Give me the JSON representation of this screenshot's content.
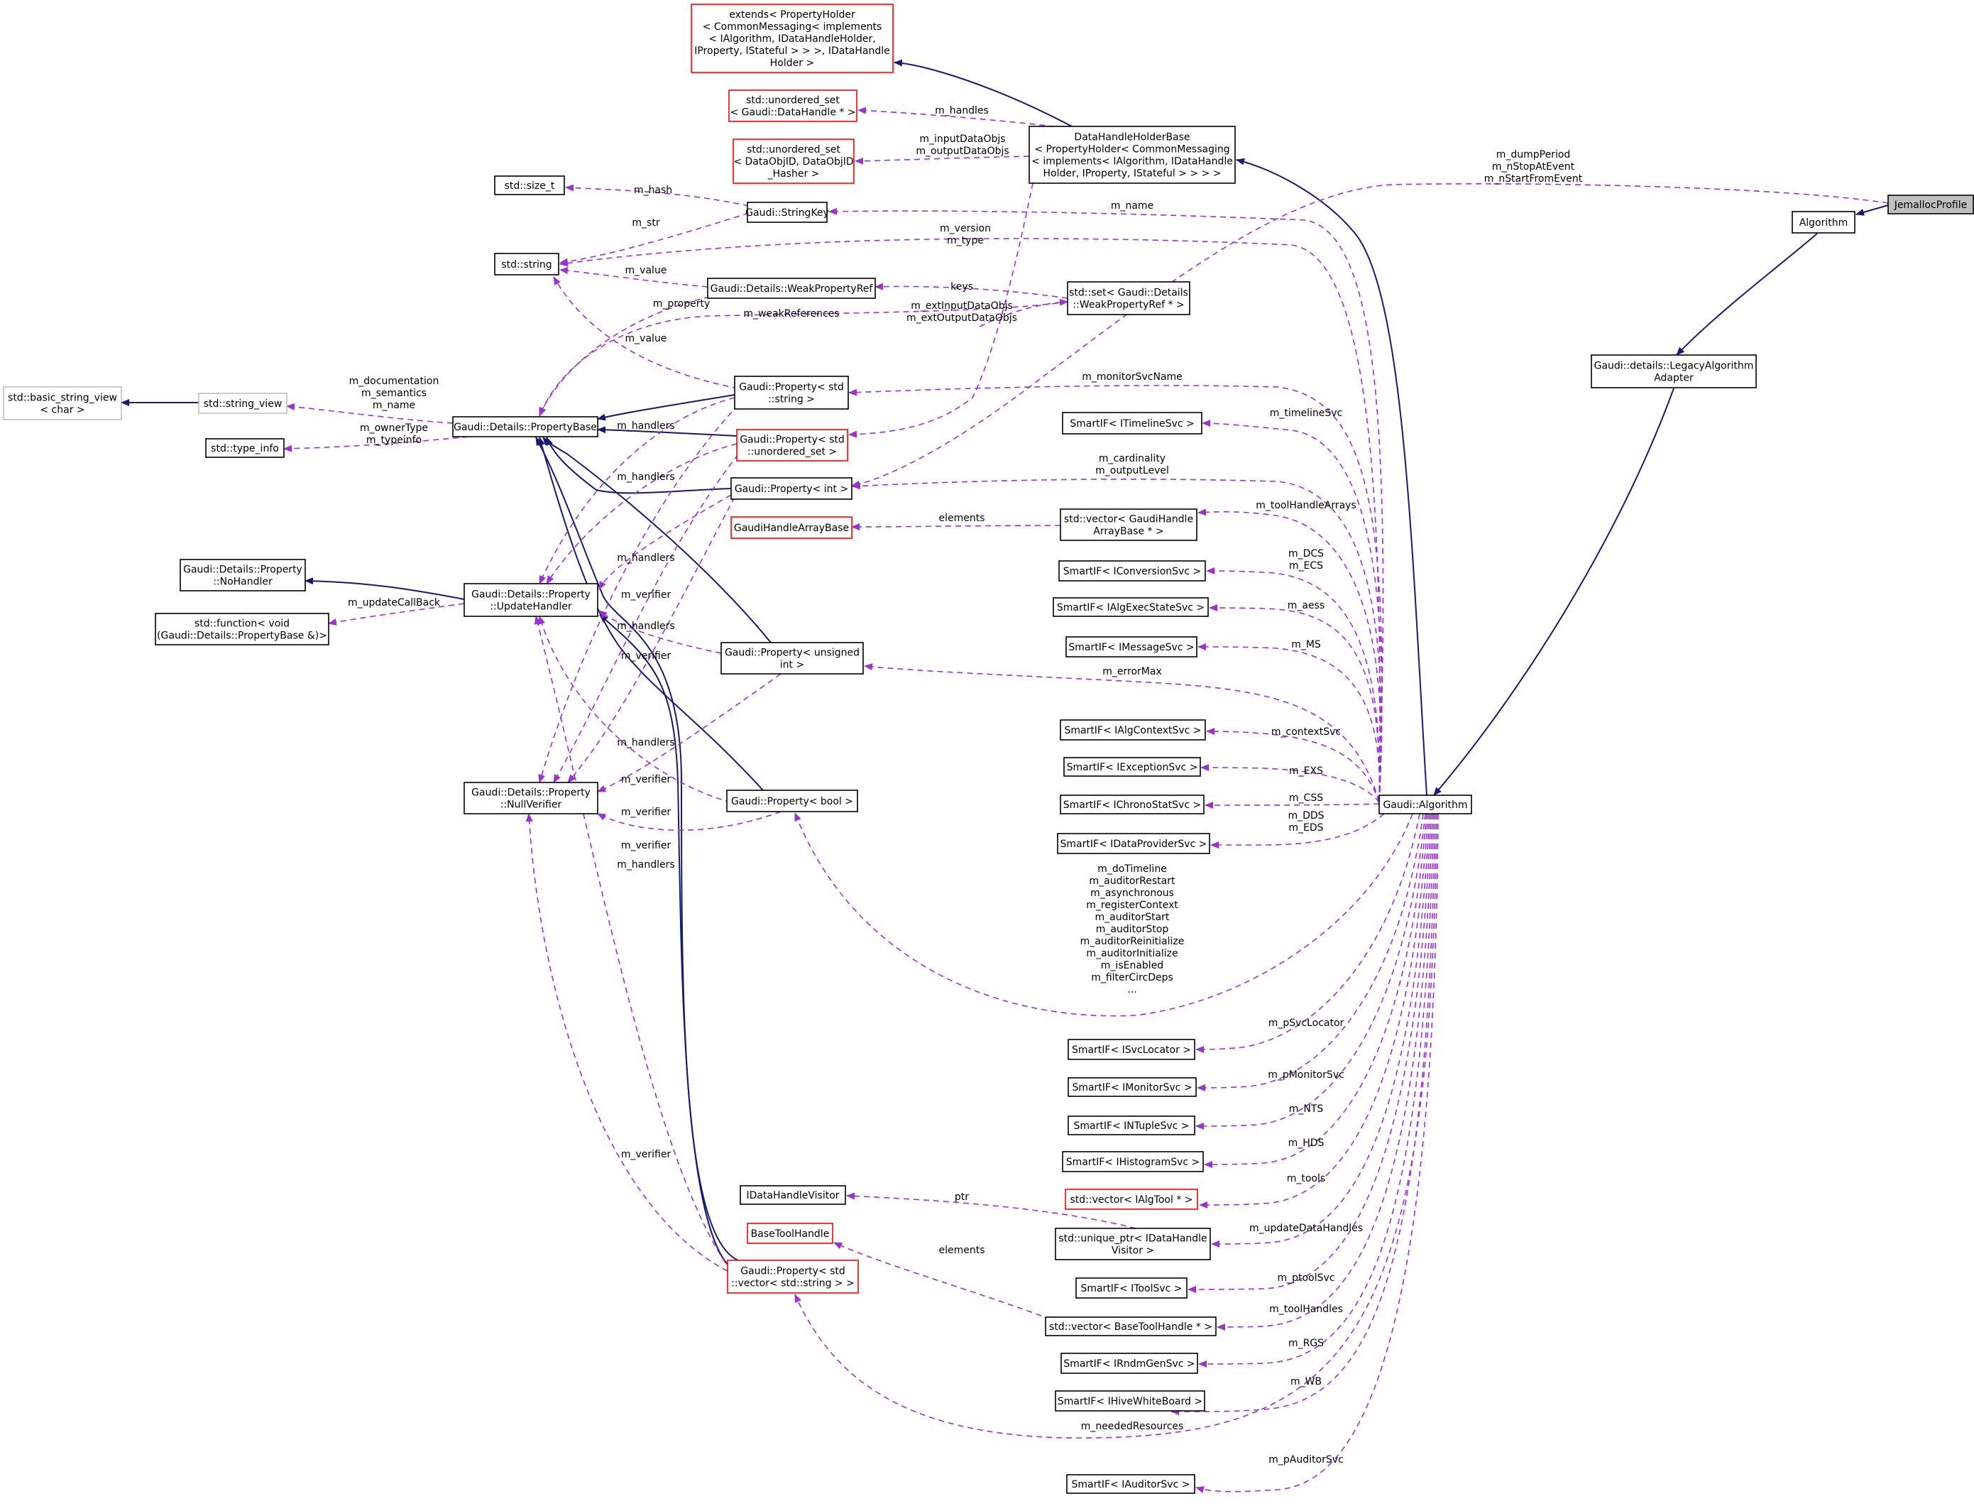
{
  "diagram": {
    "nodes": {
      "jemalloc": [
        "JemallocProfile"
      ],
      "algorithm": [
        "Algorithm"
      ],
      "legacy": [
        "Gaudi::details::LegacyAlgorithm",
        "Adapter"
      ],
      "gaudi_alg": [
        "Gaudi::Algorithm"
      ],
      "extends": [
        "extends< PropertyHolder",
        "< CommonMessaging< implements",
        "< IAlgorithm, IDataHandleHolder,",
        "IProperty, IStateful > > >, IDataHandle",
        "Holder >"
      ],
      "dhhb": [
        "DataHandleHolderBase",
        "< PropertyHolder< CommonMessaging",
        "< implements< IAlgorithm, IDataHandle",
        "Holder, IProperty, IStateful > > > >"
      ],
      "uset_handle": [
        "std::unordered_set",
        "< Gaudi::DataHandle * >"
      ],
      "uset_objid": [
        "std::unordered_set",
        "< DataObjID, DataObjID",
        "_Hasher >"
      ],
      "size_t": [
        "std::size_t"
      ],
      "stringkey": [
        "Gaudi::StringKey"
      ],
      "string": [
        "std::string"
      ],
      "weakprop": [
        "Gaudi::Details::WeakPropertyRef"
      ],
      "set_weak": [
        "std::set< Gaudi::Details",
        "::WeakPropertyRef * >"
      ],
      "bsv": [
        "std::basic_string_view",
        "< char >"
      ],
      "string_view": [
        "std::string_view"
      ],
      "propbase": [
        "Gaudi::Details::PropertyBase"
      ],
      "type_info": [
        "std::type_info"
      ],
      "prop_string": [
        "Gaudi::Property< std",
        "::string >"
      ],
      "prop_uset": [
        "Gaudi::Property< std",
        "::unordered_set >"
      ],
      "prop_int": [
        "Gaudi::Property< int >"
      ],
      "gharray": [
        "GaudiHandleArrayBase"
      ],
      "nohandler": [
        "Gaudi::Details::Property",
        "::NoHandler"
      ],
      "updatehandler": [
        "Gaudi::Details::Property",
        "::UpdateHandler"
      ],
      "stdfunc": [
        "std::function< void",
        "(Gaudi::Details::PropertyBase &)>"
      ],
      "prop_uint": [
        "Gaudi::Property< unsigned",
        "int >"
      ],
      "nullverifier": [
        "Gaudi::Details::Property",
        "::NullVerifier"
      ],
      "prop_bool": [
        "Gaudi::Property< bool >"
      ],
      "timeline": [
        "SmartIF< ITimelineSvc >"
      ],
      "vec_gh": [
        "std::vector< GaudiHandle",
        "ArrayBase * >"
      ],
      "conversion": [
        "SmartIF< IConversionSvc >"
      ],
      "execstate": [
        "SmartIF< IAlgExecStateSvc >"
      ],
      "message": [
        "SmartIF< IMessageSvc >"
      ],
      "context": [
        "SmartIF< IAlgContextSvc >"
      ],
      "exception": [
        "SmartIF< IExceptionSvc >"
      ],
      "chrono": [
        "SmartIF< IChronoStatSvc >"
      ],
      "dataprov": [
        "SmartIF< IDataProviderSvc >"
      ],
      "svcloc": [
        "SmartIF< ISvcLocator >"
      ],
      "monitor": [
        "SmartIF< IMonitorSvc >"
      ],
      "ntuple": [
        "SmartIF< INTupleSvc >"
      ],
      "histo": [
        "SmartIF< IHistogramSvc >"
      ],
      "vec_tool": [
        "std::vector< IAlgTool * >"
      ],
      "dhvisitor": [
        "IDataHandleVisitor"
      ],
      "uptr": [
        "std::unique_ptr< IDataHandle",
        "Visitor >"
      ],
      "basetool": [
        "BaseToolHandle"
      ],
      "toolsvc": [
        "SmartIF< IToolSvc >"
      ],
      "prop_vecstr": [
        "Gaudi::Property< std",
        "::vector< std::string > >"
      ],
      "vec_bth": [
        "std::vector< BaseToolHandle * >"
      ],
      "rndm": [
        "SmartIF< IRndmGenSvc >"
      ],
      "hive": [
        "SmartIF< IHiveWhiteBoard >"
      ],
      "auditor": [
        "SmartIF< IAuditorSvc >"
      ]
    },
    "edge_labels": {
      "m_dumpPeriod": [
        "m_dumpPeriod",
        "m_nStopAtEvent",
        "m_nStartFromEvent"
      ],
      "m_handles": [
        "m_handles"
      ],
      "m_dataobjs": [
        "m_inputDataObjs",
        "m_outputDataObjs"
      ],
      "m_hash": [
        "m_hash"
      ],
      "m_name": [
        "m_name"
      ],
      "m_str": [
        "m_str"
      ],
      "m_version": [
        "m_version",
        "m_type"
      ],
      "m_value1": [
        "m_value"
      ],
      "keys": [
        "keys"
      ],
      "m_property": [
        "m_property"
      ],
      "m_extdata": [
        "m_extInputDataObjs",
        "m_extOutputDataObjs"
      ],
      "m_weakrefs": [
        "m_weakReferences"
      ],
      "m_value2": [
        "m_value"
      ],
      "m_doc": [
        "m_documentation",
        "m_semantics",
        "m_name"
      ],
      "m_monitorSvcName": [
        "m_monitorSvcName"
      ],
      "m_ownerType": [
        "m_ownerType",
        "m_typeinfo"
      ],
      "m_handlers1": [
        "m_handlers"
      ],
      "m_timelineSvc": [
        "m_timelineSvc"
      ],
      "m_cardinality": [
        "m_cardinality",
        "m_outputLevel"
      ],
      "m_handlers2": [
        "m_handlers"
      ],
      "elements1": [
        "elements"
      ],
      "m_toolHandleArrays": [
        "m_toolHandleArrays"
      ],
      "m_handlers3": [
        "m_handlers"
      ],
      "m_dcs": [
        "m_DCS",
        "m_ECS"
      ],
      "m_verifier1": [
        "m_verifier"
      ],
      "m_updateCallBack": [
        "m_updateCallBack"
      ],
      "m_aess": [
        "m_aess"
      ],
      "m_handlers4": [
        "m_handlers"
      ],
      "m_verifier2": [
        "m_verifier"
      ],
      "m_ms": [
        "m_MS"
      ],
      "m_errorMax": [
        "m_errorMax"
      ],
      "m_contextSvc": [
        "m_contextSvc"
      ],
      "m_handlers5": [
        "m_handlers"
      ],
      "m_exs": [
        "m_EXS"
      ],
      "m_verifier3": [
        "m_verifier"
      ],
      "m_css": [
        "m_CSS"
      ],
      "m_verifier4": [
        "m_verifier"
      ],
      "m_dds": [
        "m_DDS",
        "m_EDS"
      ],
      "m_verifier5": [
        "m_verifier"
      ],
      "m_handlers6": [
        "m_handlers"
      ],
      "m_doTimeline": [
        "m_doTimeline",
        "m_auditorRestart",
        "m_asynchronous",
        "m_registerContext",
        "m_auditorStart",
        "m_auditorStop",
        "m_auditorReinitialize",
        "m_auditorInitialize",
        "m_isEnabled",
        "m_filterCircDeps",
        "..."
      ],
      "m_pSvcLocator": [
        "m_pSvcLocator"
      ],
      "m_pMonitorSvc": [
        "m_pMonitorSvc"
      ],
      "m_nts": [
        "m_NTS"
      ],
      "m_hds": [
        "m_HDS"
      ],
      "m_verifier6": [
        "m_verifier"
      ],
      "m_tools": [
        "m_tools"
      ],
      "ptr": [
        "ptr"
      ],
      "m_updateDataHandles": [
        "m_updateDataHandles"
      ],
      "elements2": [
        "elements"
      ],
      "m_ptoolSvc": [
        "m_ptoolSvc"
      ],
      "m_toolHandles": [
        "m_toolHandles"
      ],
      "m_rgs": [
        "m_RGS"
      ],
      "m_wb": [
        "m_WB"
      ],
      "m_neededResources": [
        "m_neededResources"
      ],
      "m_pAuditorSvc": [
        "m_pAuditorSvc"
      ]
    },
    "colors": {
      "inheritance": "#191970",
      "usage": "#9a32cd",
      "undocumented_border": "#ff0000",
      "external_border": "#bfbfbf",
      "highlight_fill": "#bfbfbf"
    }
  }
}
